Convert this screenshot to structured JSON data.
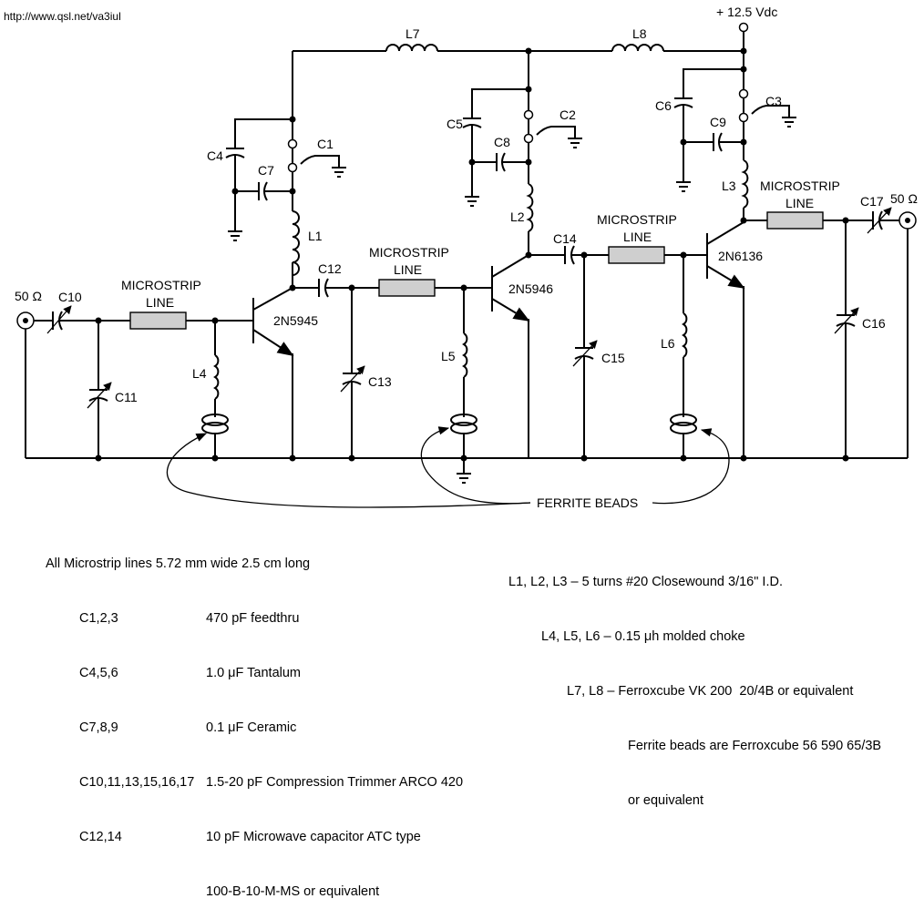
{
  "source_url": "http://www.qsl.net/va3iul",
  "supply": "+ 12.5 Vdc",
  "ports": {
    "input": "50 Ω",
    "output": "50 Ω"
  },
  "transistors": [
    "2N5945",
    "2N5946",
    "2N6136"
  ],
  "microstrip": {
    "line1": "MICROSTRIP",
    "line2": "LINE"
  },
  "components": {
    "C1": "C1",
    "C2": "C2",
    "C3": "C3",
    "C4": "C4",
    "C5": "C5",
    "C6": "C6",
    "C7": "C7",
    "C8": "C8",
    "C9": "C9",
    "C10": "C10",
    "C11": "C11",
    "C12": "C12",
    "C13": "C13",
    "C14": "C14",
    "C15": "C15",
    "C16": "C16",
    "C17": "C17",
    "L1": "L1",
    "L2": "L2",
    "L3": "L3",
    "L4": "L4",
    "L5": "L5",
    "L6": "L6",
    "L7": "L7",
    "L8": "L8"
  },
  "ferrite_label": "FERRITE BEADS",
  "notes_left": {
    "heading": "All Microstrip lines 5.72 mm wide 2.5 cm long",
    "rows": [
      {
        "ref": "C1,2,3",
        "desc": "470 pF feedthru"
      },
      {
        "ref": "C4,5,6",
        "desc": "1.0 μF Tantalum"
      },
      {
        "ref": "C7,8,9",
        "desc": "0.1 μF Ceramic"
      },
      {
        "ref": "C10,11,13,15,16,17",
        "desc": "1.5-20 pF Compression Trimmer ARCO 420"
      },
      {
        "ref": "C12,14",
        "desc": "10 pF Microwave capacitor ATC type"
      },
      {
        "ref": "",
        "desc": "100-B-10-M-MS or equivalent"
      }
    ]
  },
  "notes_right": [
    "L1, L2, L3 – 5 turns #20 Closewound 3/16\" I.D.",
    "L4, L5, L6 – 0.15 μh molded choke",
    "L7, L8 – Ferroxcube VK 200  20/4B or equivalent",
    "Ferrite beads are Ferroxcube 56 590 65/3B",
    "or equivalent"
  ]
}
